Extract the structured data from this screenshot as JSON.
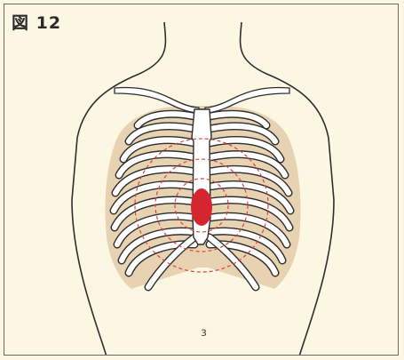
{
  "figure": {
    "label": "図 12",
    "mark": "ɜ"
  },
  "colors": {
    "background": "#fbf7e3",
    "skin_fill": "#fbf7e3",
    "outline": "#2e2e2e",
    "rib_interspace": "#e7d2b2",
    "bone": "#ffffff",
    "compression_point": "#d5252e",
    "target_rings": "#d8443a"
  },
  "icons": {
    "compression_point": "red-oval-marker",
    "target_rings": "dashed-concentric-circles"
  }
}
